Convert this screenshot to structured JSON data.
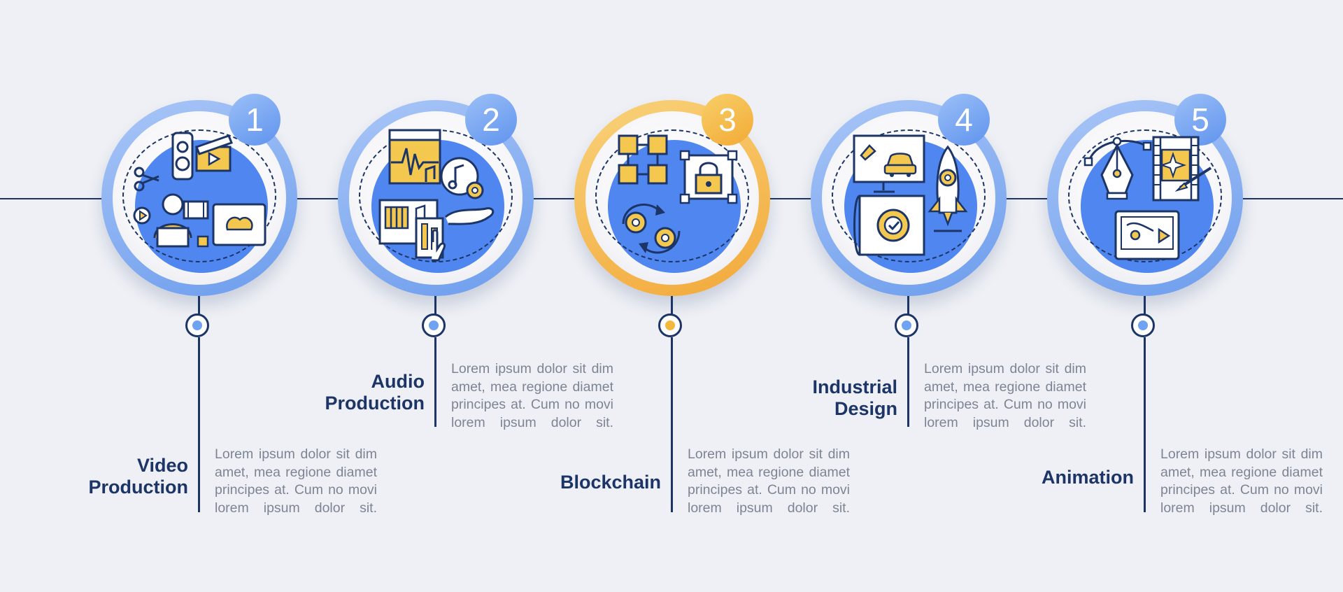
{
  "colors": {
    "accent_blue": "#6fa2f0",
    "accent_yellow": "#f3b83c",
    "dark": "#1c3566",
    "text_grey": "#7d8493",
    "icon_yellow": "#f4c84e"
  },
  "steps": [
    {
      "number": "1",
      "title_line1": "Video",
      "title_line2": "Production",
      "body": "Lorem ipsum dolor sit dim amet, mea regione diamet principes at. Cum no movi lorem ipsum dolor sit."
    },
    {
      "number": "2",
      "title_line1": "Audio",
      "title_line2": "Production",
      "body": "Lorem ipsum dolor sit dim amet, mea regione diamet principes at. Cum no movi lorem ipsum dolor sit."
    },
    {
      "number": "3",
      "title_line1": "Blockchain",
      "title_line2": "",
      "body": "Lorem ipsum dolor sit dim amet, mea regione diamet principes at. Cum no movi lorem ipsum dolor sit."
    },
    {
      "number": "4",
      "title_line1": "Industrial",
      "title_line2": "Design",
      "body": "Lorem ipsum dolor sit dim amet, mea regione diamet principes at. Cum no movi lorem ipsum dolor sit."
    },
    {
      "number": "5",
      "title_line1": "Animation",
      "title_line2": "",
      "body": "Lorem ipsum dolor sit dim amet, mea regione diamet principes at. Cum no movi lorem ipsum dolor sit."
    }
  ]
}
